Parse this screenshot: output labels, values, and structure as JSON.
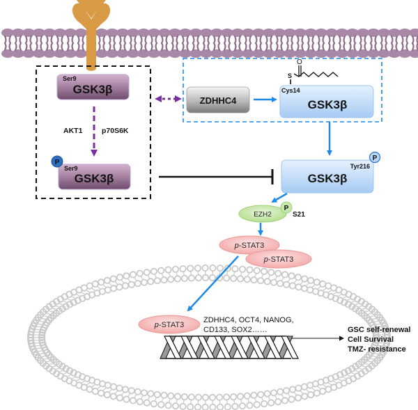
{
  "membrane": {
    "name": "cell-membrane"
  },
  "receptor": {
    "name": "receptor"
  },
  "left_box": {
    "top_protein": {
      "label": "GSK3β",
      "site": "Ser9"
    },
    "kinase_left": "AKT1",
    "kinase_right": "p70S6K",
    "bottom_protein": {
      "label": "GSK3β",
      "site": "Ser9",
      "phospho": "P"
    }
  },
  "right_box": {
    "enzyme": "ZDHHC4",
    "protein": {
      "label": "GSK3β",
      "site": "Cys14"
    },
    "lipid": {
      "sulfur": "S",
      "oxygen": "O"
    }
  },
  "active_gsk": {
    "label": "GSK3β",
    "site": "Tyr216",
    "phospho": "P"
  },
  "ezh2": {
    "label": "EZH2",
    "phospho": "P",
    "site": "S21"
  },
  "stat3_dimer": [
    {
      "prefix": "p",
      "label": "-STAT3"
    },
    {
      "prefix": "p",
      "label": "-STAT3"
    }
  ],
  "nucleus": {
    "stat3": {
      "prefix": "p",
      "label": "-STAT3"
    },
    "target_genes_line1": "ZDHHC4, OCT4, NANOG,",
    "target_genes_line2": "CD133, SOX2……"
  },
  "outcomes": [
    "GSC self-renewal",
    "Cell Survival",
    "TMZ- resistance"
  ],
  "colors": {
    "membrane": "#a987a6",
    "membrane_dark": "#8c6a88",
    "receptor": "#d99a45",
    "purple_box_top": "#c8a3c2",
    "purple_box_bottom": "#7d5a78",
    "blue_box_top": "#e3efff",
    "blue_box_bottom": "#a9cdf5",
    "blue_arrow": "#1c8ae6",
    "purple_arrow": "#7a2fa0",
    "phospho_dark": "#2f6fc2",
    "phospho_light": "#b8d8f7",
    "ezh2": "#c6e8a8",
    "stat3": "#f7b9b9",
    "nucleus_membrane": "#c8c8c8"
  }
}
